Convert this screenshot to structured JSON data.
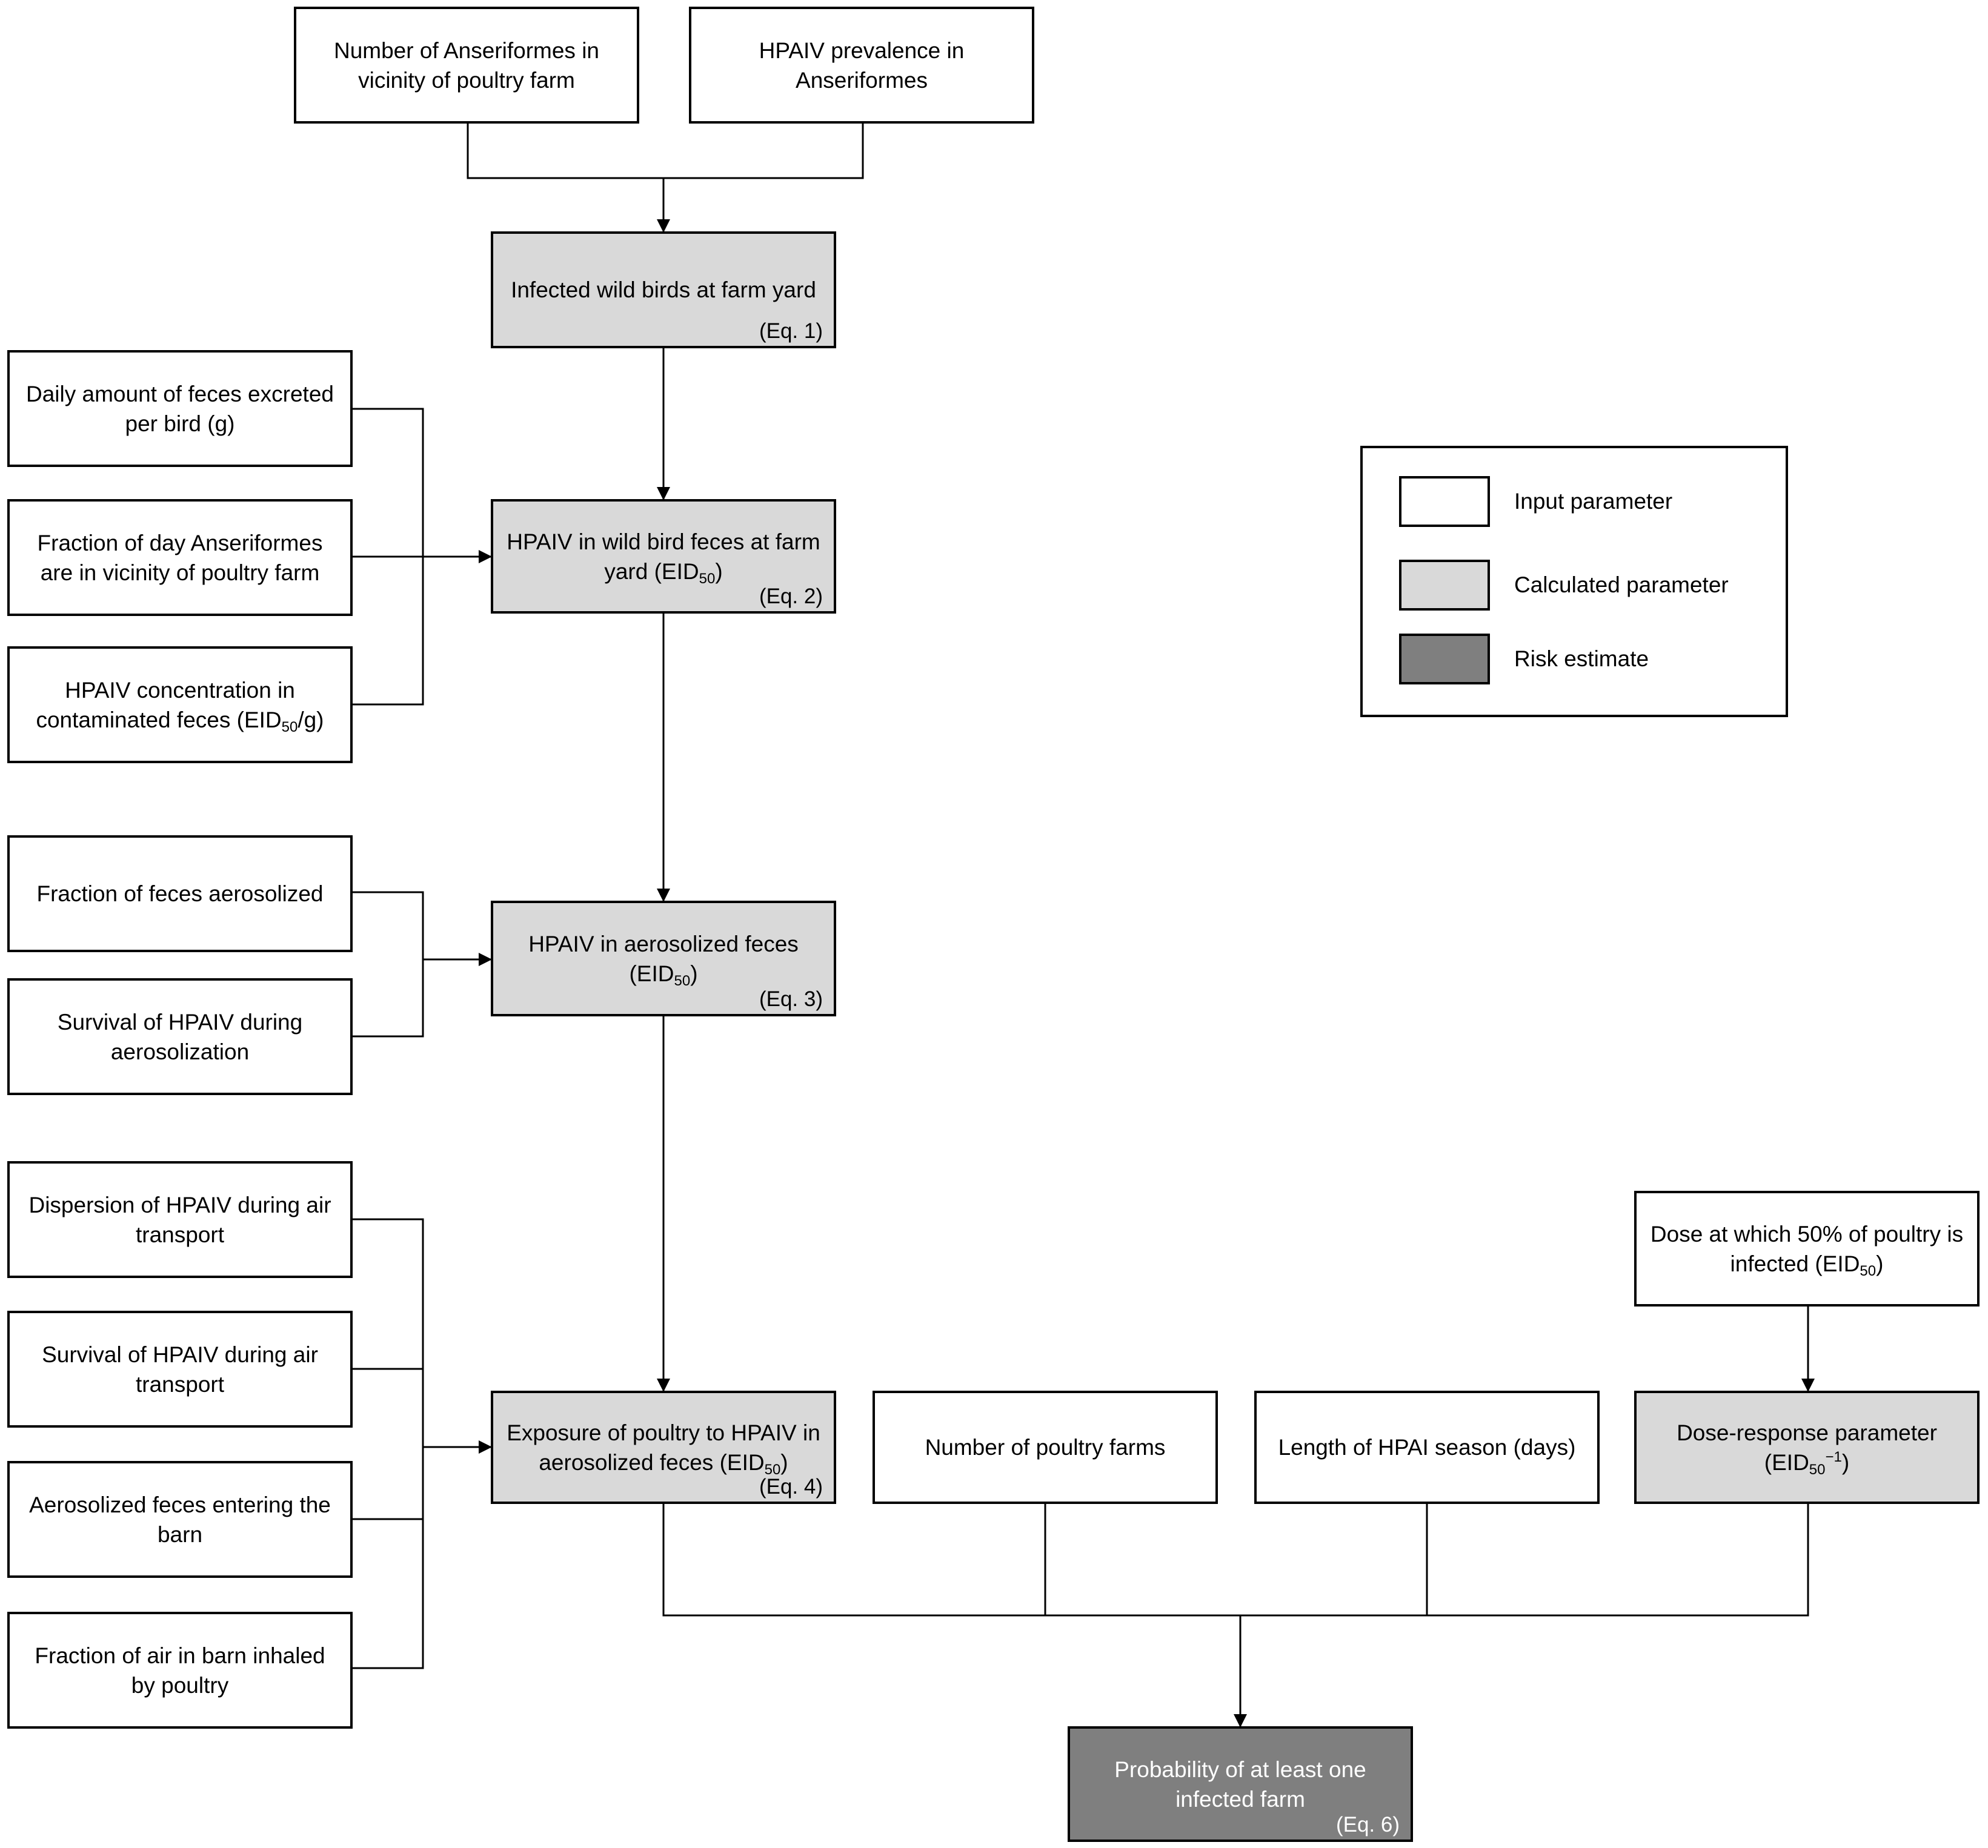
{
  "colors": {
    "input": "#ffffff",
    "calculated": "#d9d9d9",
    "risk": "#7f7f7f",
    "line": "#000000"
  },
  "nodes": {
    "anseriformes_number": {
      "text": "Number of Anseriformes in vicinity of poultry farm"
    },
    "hpaiv_prevalence": {
      "text": "HPAIV prevalence in Anseriformes"
    },
    "infected_wild_birds": {
      "text": "Infected wild birds at farm yard",
      "eq": "(Eq. 1)"
    },
    "daily_feces": {
      "text": "Daily amount of feces excreted per bird (g)"
    },
    "fraction_day": {
      "text": "Fraction of day Anseriformes are in vicinity of poultry farm"
    },
    "hpaiv_concentration": {
      "text_a": "HPAIV concentration in contaminated feces (EID",
      "sub": "50",
      "text_b": "/g)"
    },
    "hpaiv_feces_yard": {
      "text_a": "HPAIV in wild bird feces at farm yard (EID",
      "sub": "50",
      "text_b": ")",
      "eq": "(Eq. 2)"
    },
    "fraction_aerosolized": {
      "text": "Fraction of feces aerosolized"
    },
    "survival_aerosolization": {
      "text": "Survival of HPAIV during aerosolization"
    },
    "hpaiv_aerosolized": {
      "text_a": "HPAIV in aerosolized feces (EID",
      "sub": "50",
      "text_b": ")",
      "eq": "(Eq. 3)"
    },
    "dispersion_air": {
      "text": "Dispersion of HPAIV during air transport"
    },
    "survival_air": {
      "text": "Survival of HPAIV during air transport"
    },
    "aerosol_entering_barn": {
      "text": "Aerosolized feces entering the barn"
    },
    "fraction_air_inhaled": {
      "text": "Fraction of air in barn inhaled by poultry"
    },
    "exposure_poultry": {
      "text_a": "Exposure of poultry to HPAIV in aerosolized feces (EID",
      "sub": "50",
      "text_b": ")",
      "eq": "(Eq. 4)"
    },
    "number_farms": {
      "text": "Number of poultry farms"
    },
    "season_length": {
      "text": "Length of HPAI season (days)"
    },
    "dose_50": {
      "text_a": "Dose at which 50% of poultry is infected (EID",
      "sub": "50",
      "text_b": ")"
    },
    "dose_response": {
      "text_a": "Dose-response parameter (EID",
      "sub": "50",
      "sup": "−1",
      "text_b": ")"
    },
    "probability_infected": {
      "text": "Probability of at least one infected farm",
      "eq": "(Eq. 6)"
    }
  },
  "legend": {
    "input": "Input parameter",
    "calculated": "Calculated parameter",
    "risk": "Risk estimate"
  }
}
